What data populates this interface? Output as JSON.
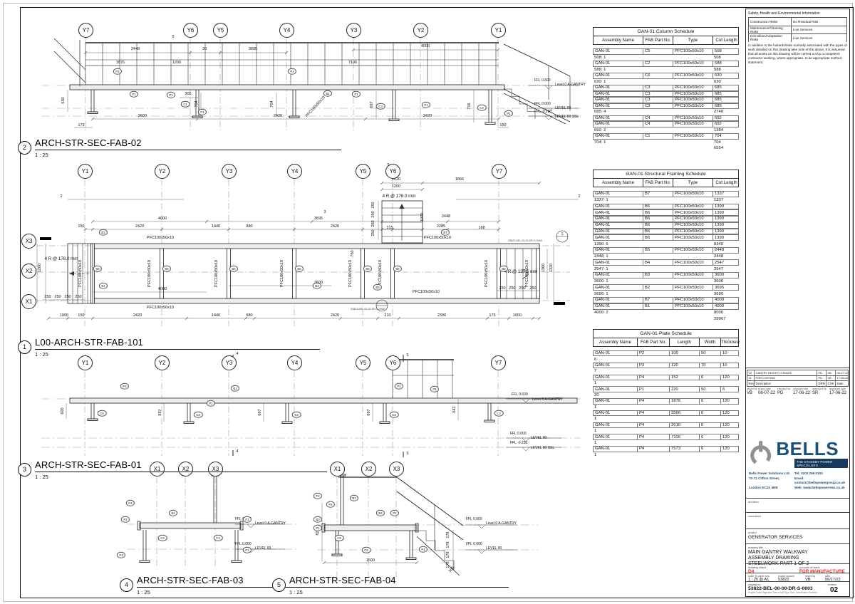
{
  "pfc": "PFC100x50x10",
  "levels": {
    "g_ffl": "FFL  0.600",
    "g_name": "Level 0 A-GANTRY",
    "l_ffl": "FFL  0.000",
    "l_name": "LEVEL 00",
    "s_ffl": "FFL  -0.250",
    "s_name": "LEVEL 00 SSL"
  },
  "views": {
    "e2": {
      "num": "2",
      "name": "ARCH-STR-SEC-FAB-02",
      "scale": "1 : 25",
      "grids": [
        "Y7",
        "Y6",
        "Y5",
        "Y4",
        "Y3",
        "Y2",
        "Y1"
      ],
      "dims": [
        "2448",
        "20",
        "3695",
        "4000",
        "1876",
        "1200",
        "7106",
        "5",
        "305",
        "2600",
        "2420",
        "2420",
        "173",
        "150",
        "530",
        "704",
        "704",
        "697",
        "716"
      ],
      "tags": [
        "P4",
        "P1",
        "P1",
        "C1",
        "P1",
        "B1",
        "P4",
        "P1",
        "C3",
        "P1",
        "C4",
        "P1"
      ]
    },
    "plan": {
      "num": "1",
      "name": "L00-ARCH-STR-FAB-101",
      "scale": "1 : 25",
      "grids": [
        "Y1",
        "Y2",
        "Y3",
        "Y4",
        "Y5",
        "Y6",
        "Y7"
      ],
      "xgrids": [
        "X3",
        "X2",
        "X1"
      ],
      "dims": [
        "2",
        "2",
        "5",
        "3",
        "4000",
        "3695",
        "2448",
        "1220",
        "1200",
        "1866",
        "150",
        "2420",
        "1440",
        "980",
        "2420",
        "315",
        "2285",
        "168",
        "4 R @ 178.0 mm",
        "4 R @ 178.0 mm",
        "4 R @ 137.5 mm",
        "1000",
        "750",
        "1220",
        "1200",
        "250",
        "250",
        "250",
        "250",
        "250",
        "250",
        "250",
        "250",
        "1300",
        "1320",
        "4000",
        "3600",
        "1000",
        "150",
        "2420",
        "1440",
        "980",
        "2420",
        "210",
        "2390",
        "173",
        "1000",
        "53822-BEL-00-00-DR-S-0005",
        "53822-BEL-00-00-DR-S-0005",
        "250",
        "250",
        "250",
        "250",
        "1"
      ],
      "tags": [
        "B2",
        "B7",
        "B1",
        "B5",
        "B3",
        "B6",
        "B6",
        "B6",
        "B6",
        "B6",
        "B6",
        "B6"
      ]
    },
    "e3": {
      "num": "3",
      "name": "ARCH-STR-SEC-FAB-01",
      "scale": "1 : 25",
      "grids": [
        "Y1",
        "Y2",
        "Y3",
        "Y4",
        "Y5",
        "Y6",
        "Y7"
      ],
      "dims": [
        "600",
        "697",
        "697",
        "697",
        "642",
        "5",
        "5",
        "4",
        "4"
      ],
      "tags": [
        "P4",
        "P1",
        "C6",
        "C3",
        "C3",
        "C3",
        "C4",
        "P4",
        "P1",
        "B1"
      ]
    },
    "s4": {
      "num": "4",
      "name": "ARCH-STR-SEC-FAB-03",
      "scale": "1 : 25",
      "grids": [
        "X1",
        "X2",
        "X3"
      ],
      "tags": [
        "P4",
        "B4",
        "P1",
        "P1",
        "C3",
        "C3",
        "P1",
        "P1"
      ]
    },
    "s5": {
      "num": "5",
      "name": "ARCH-STR-SEC-FAB-04",
      "scale": "1 : 25",
      "grids": [
        "X1",
        "X2",
        "X3"
      ],
      "dims": [
        "822",
        "1500",
        "178",
        "178",
        "178",
        "178",
        "305"
      ],
      "tags": [
        "P4",
        "P4",
        "B7",
        "B4",
        "B3",
        "P1",
        "C5",
        "P1",
        "C6",
        "P1"
      ]
    }
  },
  "schedules": {
    "column": {
      "title": "GAN-01 Column Schedule",
      "headers": [
        "Assembly Name",
        "FAB Part No.",
        "Type",
        "Cut Length"
      ],
      "rows": [
        {
          "k": "d",
          "c": [
            "GAN-01",
            "C5",
            "PFC100x50x10",
            "508"
          ]
        },
        {
          "k": "s",
          "c": [
            "508: 1",
            "",
            "",
            "508"
          ]
        },
        {
          "k": "d",
          "c": [
            "GAN-01",
            "C2",
            "PFC100x50x10",
            "588"
          ]
        },
        {
          "k": "s",
          "c": [
            "588: 1",
            "",
            "",
            "588"
          ]
        },
        {
          "k": "d",
          "c": [
            "GAN-01",
            "C6",
            "PFC100x50x10",
            "630"
          ]
        },
        {
          "k": "s",
          "c": [
            "630: 1",
            "",
            "",
            "630"
          ]
        },
        {
          "k": "d",
          "c": [
            "GAN-01",
            "C3",
            "PFC100x50x10",
            "685"
          ]
        },
        {
          "k": "d",
          "c": [
            "GAN-01",
            "C3",
            "PFC100x50x10",
            "685"
          ]
        },
        {
          "k": "d",
          "c": [
            "GAN-01",
            "C3",
            "PFC100x50x10",
            "685"
          ]
        },
        {
          "k": "d",
          "c": [
            "GAN-01",
            "C3",
            "PFC100x50x10",
            "685"
          ]
        },
        {
          "k": "s",
          "c": [
            "685: 4",
            "",
            "",
            "2740"
          ]
        },
        {
          "k": "d",
          "c": [
            "GAN-01",
            "C4",
            "PFC100x50x10",
            "692"
          ]
        },
        {
          "k": "d",
          "c": [
            "GAN-01",
            "C4",
            "PFC100x50x10",
            "692"
          ]
        },
        {
          "k": "s",
          "c": [
            "692: 2",
            "",
            "",
            "1384"
          ]
        },
        {
          "k": "d",
          "c": [
            "GAN-01",
            "C1",
            "PFC100x50x10",
            "704"
          ]
        },
        {
          "k": "s",
          "c": [
            "704: 1",
            "",
            "",
            "704"
          ]
        },
        {
          "k": "t",
          "c": [
            "",
            "",
            "",
            "6554"
          ]
        }
      ]
    },
    "framing": {
      "title": "GAN-01 Structural Framing Schedule",
      "headers": [
        "Assembly Name",
        "FAB Part No.",
        "Type",
        "Cut Length"
      ],
      "rows": [
        {
          "k": "d",
          "c": [
            "GAN-01",
            "B7",
            "PFC100x50x10",
            "1337"
          ]
        },
        {
          "k": "s",
          "c": [
            "1337: 1",
            "",
            "",
            "1337"
          ]
        },
        {
          "k": "d",
          "c": [
            "GAN-01",
            "B6",
            "PFC100x50x10",
            "1390"
          ]
        },
        {
          "k": "d",
          "c": [
            "GAN-01",
            "B6",
            "PFC100x50x10",
            "1390"
          ]
        },
        {
          "k": "d",
          "c": [
            "GAN-01",
            "B6",
            "PFC100x50x10",
            "1390"
          ]
        },
        {
          "k": "d",
          "c": [
            "GAN-01",
            "B6",
            "PFC100x50x10",
            "1390"
          ]
        },
        {
          "k": "d",
          "c": [
            "GAN-01",
            "B6",
            "PFC100x50x10",
            "1390"
          ]
        },
        {
          "k": "d",
          "c": [
            "GAN-01",
            "B6",
            "PFC100x50x10",
            "1390"
          ]
        },
        {
          "k": "s",
          "c": [
            "1390: 6",
            "",
            "",
            "8340"
          ]
        },
        {
          "k": "d",
          "c": [
            "GAN-01",
            "B5",
            "PFC100x50x10",
            "2448"
          ]
        },
        {
          "k": "s",
          "c": [
            "2448: 1",
            "",
            "",
            "2448"
          ]
        },
        {
          "k": "d",
          "c": [
            "GAN-01",
            "B4",
            "PFC100x50x10",
            "2547"
          ]
        },
        {
          "k": "s",
          "c": [
            "2547: 1",
            "",
            "",
            "2547"
          ]
        },
        {
          "k": "d",
          "c": [
            "GAN-01",
            "B3",
            "PFC100x50x10",
            "3600"
          ]
        },
        {
          "k": "s",
          "c": [
            "3600: 1",
            "",
            "",
            "3600"
          ]
        },
        {
          "k": "d",
          "c": [
            "GAN-01",
            "B2",
            "PFC100x50x10",
            "3695"
          ]
        },
        {
          "k": "s",
          "c": [
            "3695: 1",
            "",
            "",
            "3695"
          ]
        },
        {
          "k": "d",
          "c": [
            "GAN-01",
            "B7",
            "PFC100x50x10",
            "4000"
          ]
        },
        {
          "k": "d",
          "c": [
            "GAN-01",
            "B1",
            "PFC100x50x10",
            "4000"
          ]
        },
        {
          "k": "s",
          "c": [
            "4000: 2",
            "",
            "",
            "8000"
          ]
        },
        {
          "k": "t",
          "c": [
            "",
            "",
            "",
            "29967"
          ]
        }
      ]
    },
    "plate": {
      "title": "GAN-01-Plate Schedule",
      "headers": [
        "Assembly Name",
        "FAB Part No.",
        "Length",
        "Width",
        "Thickness"
      ],
      "rows": [
        {
          "k": "d",
          "c": [
            "GAN-01",
            "P2",
            "100",
            "50",
            "10"
          ]
        },
        {
          "k": "s",
          "c": [
            "6",
            "",
            "",
            "",
            ""
          ]
        },
        {
          "k": "d",
          "c": [
            "GAN-01",
            "P3",
            "120",
            "70",
            "10"
          ]
        },
        {
          "k": "s",
          "c": [
            "7",
            "",
            "",
            "",
            ""
          ]
        },
        {
          "k": "d",
          "c": [
            "GAN-01",
            "P4",
            "152",
            "6",
            "120"
          ]
        },
        {
          "k": "s",
          "c": [
            "1",
            "",
            "",
            "",
            ""
          ]
        },
        {
          "k": "d",
          "c": [
            "GAN-01",
            "P1",
            "220",
            "50",
            "6"
          ]
        },
        {
          "k": "s",
          "c": [
            "20",
            "",
            "",
            "",
            ""
          ]
        },
        {
          "k": "d",
          "c": [
            "GAN-01",
            "P4",
            "1876",
            "6",
            "120"
          ]
        },
        {
          "k": "s",
          "c": [
            "1",
            "",
            "",
            "",
            ""
          ]
        },
        {
          "k": "d",
          "c": [
            "GAN-01",
            "P4",
            "2566",
            "6",
            "120"
          ]
        },
        {
          "k": "s",
          "c": [
            "1",
            "",
            "",
            "",
            ""
          ]
        },
        {
          "k": "d",
          "c": [
            "GAN-01",
            "P4",
            "2616",
            "6",
            "120"
          ]
        },
        {
          "k": "s",
          "c": [
            "1",
            "",
            "",
            "",
            ""
          ]
        },
        {
          "k": "d",
          "c": [
            "GAN-01",
            "P4",
            "7106",
            "6",
            "120"
          ]
        },
        {
          "k": "s",
          "c": [
            "1",
            "",
            "",
            "",
            ""
          ]
        },
        {
          "k": "d",
          "c": [
            "GAN-01",
            "P4",
            "7573",
            "6",
            "120"
          ]
        },
        {
          "k": "s",
          "c": [
            "1",
            "",
            "",
            "",
            ""
          ]
        }
      ]
    }
  },
  "safety": {
    "title": "Safety, Health and Environmental Information",
    "rows": [
      {
        "label": "Construction Risks",
        "value": "No Residual Risk"
      },
      {
        "label": "Maintenance/Cleaning Risks",
        "value": "Live Services"
      },
      {
        "label": "Demolition/Adaptation Risks",
        "value": "Live Services"
      }
    ],
    "note": "In addition to the hazards/risks normally associated with the types of work detailed on this drawing take note of the above. It is assumed that all works on this drawing will be carried out by a competent contractor working, where appropriate, to an appropriate method statement."
  },
  "revisions": {
    "headers": {
      "rev": "Rev",
      "description": "Description",
      "drn": "DRN",
      "chk": "CHK",
      "date": "Date"
    },
    "rows": [
      {
        "rev": "02",
        "description": "GANTRY HEIGHT CHANGE",
        "drn": "PD",
        "chk": "VB",
        "date": "06-07-22"
      },
      {
        "rev": "01",
        "description": "FOR COSTING",
        "drn": "PD",
        "chk": "VB",
        "date": "17-06-22"
      }
    ],
    "signoff_labels": [
      "drawn by",
      "drawn date",
      "checked by",
      "checked date",
      "approved by",
      "approved date"
    ],
    "signoff_values": [
      "VB",
      "06-07-22",
      "PD",
      "17-06-22",
      "SR",
      "17-06-22"
    ]
  },
  "company": {
    "logo_text": "BELLS",
    "tagline": "THE STANDBY POWER SPECIALISTS",
    "name": "Bells Power Solutions Ltd.",
    "addr1": "70-72 Clifton Street,",
    "addr2": "London EC2A 4HB",
    "tel": "Tel: 0203 259 0100",
    "email": "Email: contact@bellspowergroup.co.uk",
    "web": "Web: www.bellspowermes.co.uk"
  },
  "titleblock": {
    "architect_label": "architect",
    "consultant_label": "consultant",
    "project_label": "project",
    "project": "GENERATOR SERVICES",
    "drawing_title_label": "drawing title",
    "title_line1": "MAIN GANTRY WALKWAY",
    "title_line2": "ASSEMBLY DRAWING",
    "title_line3": "STEELWORK PART 1 OF 2",
    "status_label": "drawing status",
    "status": "D4",
    "purpose_label": "purpose of issue",
    "purpose": "FOR MANUFACTURE",
    "scale_label": "scale @ paper size",
    "scale": "1 : 25 @ A1",
    "project_number_label": "project number",
    "project_number": "53822",
    "drawn_by_label": "drawn by",
    "drawn_by": "VB",
    "date_label": "date",
    "date": "06/17/22",
    "drawing_no_label": "drawing no.",
    "drawing_no": "53822-BEL-00-00-DR-S-0003",
    "revision_label": "revision",
    "revision": "02",
    "footnote": "Project Code  Originator  Zone  Level  Type  Role  Classification  Number"
  }
}
